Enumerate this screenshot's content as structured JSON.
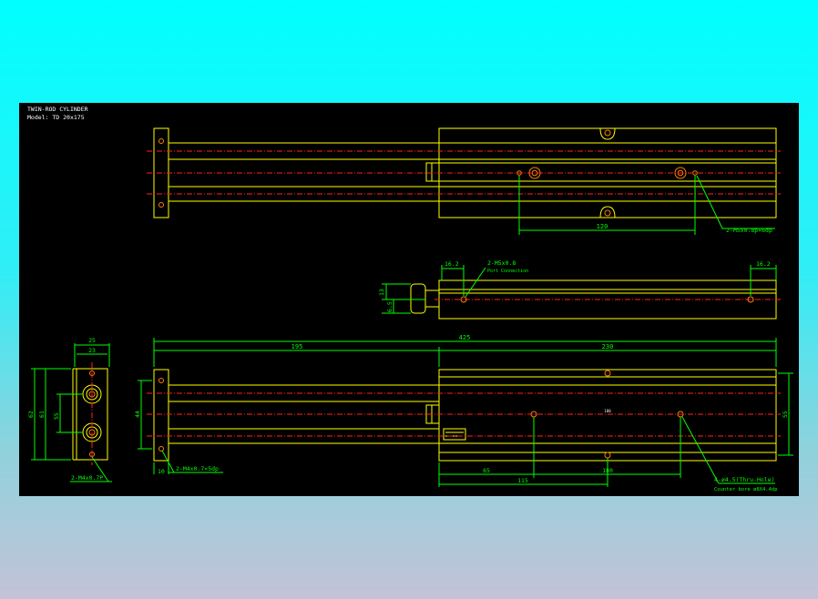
{
  "title": {
    "line1": "TWIN-ROD CYLINDER",
    "line2": "Model: TD 20x175"
  },
  "colors": {
    "background": "#000000",
    "outline": "#ffff00",
    "dimension": "#00ff00",
    "centerline": "#ff2020",
    "hole": "#ff8000",
    "note": "#ffffff",
    "screen_top": "#00ffff",
    "screen_bottom": "#c4c2d8"
  },
  "top_view": {
    "dim_hole_spacing": "120",
    "note_mount": "2-M5x0.8p×6dp"
  },
  "middle_view": {
    "dim_left_port": "16.2",
    "dim_right_port": "16.2",
    "port_label": "2-M5x0.8",
    "port_sublabel": "Port Connection",
    "dim_height": "13",
    "dim_offset": "6.5"
  },
  "front_view": {
    "dim_top_width": "25",
    "dim_inner_width": "23",
    "dim_total_height": "62",
    "dim_body_height": "61",
    "dim_bore_spacing": "55",
    "note_bottom": "2-M4x0.7P"
  },
  "bottom_view": {
    "dim_overall": "425",
    "dim_rod": "195",
    "dim_body": "230",
    "dim_plate_height": "44",
    "dim_plate_thickness": "10",
    "note_plate": "2-M4x0.7×5dp",
    "dim_body_height": "55",
    "dim_side_a": "65",
    "dim_side_b": "115",
    "dim_side_c": "180",
    "center_label": "180",
    "note_counterbore": "4-ø4.5(Thru-Hole)",
    "note_counterbore_sub": "Counter bore ø8X4.4dp"
  }
}
